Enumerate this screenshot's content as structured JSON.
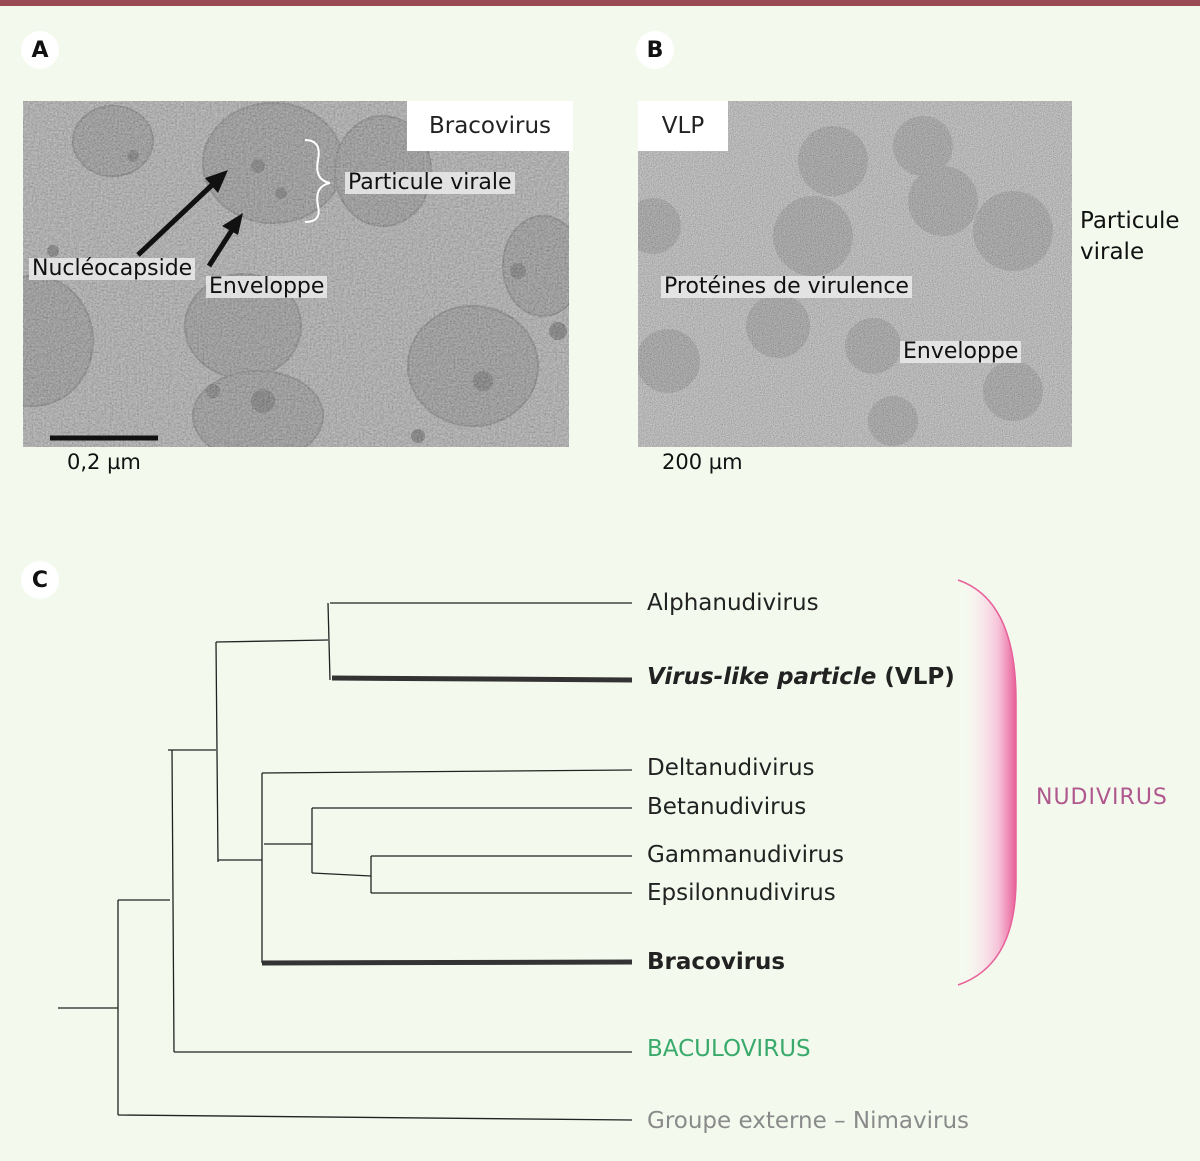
{
  "panels": {
    "a": {
      "badge": "A",
      "tag": "Bracovirus",
      "labels": {
        "particule": "Particule virale",
        "nucleocapside": "Nucléocapside",
        "enveloppe": "Enveloppe"
      },
      "scale": "0,2 µm"
    },
    "b": {
      "badge": "B",
      "tag": "VLP",
      "labels": {
        "particule_line1": "Particule",
        "particule_line2": "virale",
        "proteines": "Protéines de virulence",
        "enveloppe": "Enveloppe"
      },
      "scale": "200 µm"
    },
    "c": {
      "badge": "C",
      "leaves": {
        "alpha": "Alphanudivirus",
        "vlp_italic": "Virus-like particle",
        "vlp_suffix": "(VLP)",
        "delta": "Deltanudivirus",
        "beta": "Betanudivirus",
        "gamma": "Gammanudivirus",
        "epsilon": "Epsilonnudivirus",
        "braco": "Bracovirus",
        "baculo": "BACULOVIRUS",
        "outgroup": "Groupe externe – Nimavirus"
      },
      "clade_label": "NUDIVIRUS",
      "colors": {
        "nudivirus": "#b0588e",
        "baculovirus": "#3aaa6c",
        "outgroup": "#8a8a8a",
        "bracket": "#e8609a"
      }
    }
  }
}
